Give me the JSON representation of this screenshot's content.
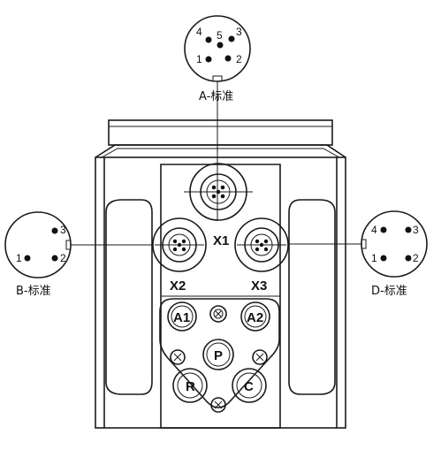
{
  "connectors": {
    "a": {
      "label": "A-标准",
      "pins": [
        "4",
        "5",
        "3",
        "1",
        "2"
      ]
    },
    "b": {
      "label": "B-标准",
      "pins": [
        "3",
        "1",
        "2"
      ]
    },
    "d": {
      "label": "D-标准",
      "pins": [
        "4",
        "3",
        "1",
        "2"
      ]
    }
  },
  "ports": {
    "x1": "X1",
    "x2": "X2",
    "x3": "X3",
    "a1": "A1",
    "a2": "A2",
    "p": "P",
    "r": "R",
    "c": "C"
  }
}
